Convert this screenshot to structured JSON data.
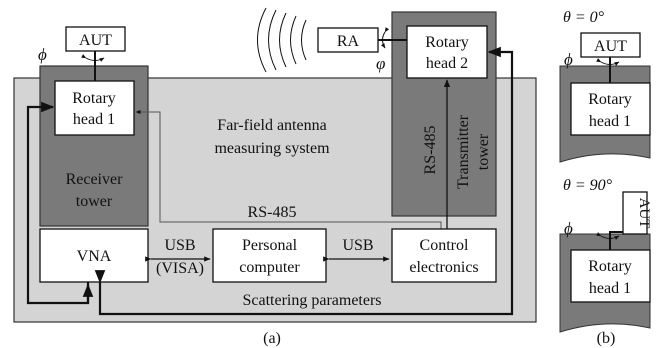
{
  "diagram_a": {
    "system_label_line1": "Far-field antenna",
    "system_label_line2": "measuring system",
    "aut_label": "AUT",
    "ra_label": "RA",
    "phi_symbol": "ϕ",
    "varphi_symbol": "φ",
    "rotary_head1_line1": "Rotary",
    "rotary_head1_line2": "head 1",
    "rotary_head2_line1": "Rotary",
    "rotary_head2_line2": "head 2",
    "receiver_tower_line1": "Receiver",
    "receiver_tower_line2": "tower",
    "transmitter_tower_line1": "Transmitter",
    "transmitter_tower_line2": "tower",
    "rs485_vertical": "RS-485",
    "rs485_horizontal": "RS-485",
    "vna_label": "VNA",
    "usb_visa_line1": "USB",
    "usb_visa_line2": "(VISA)",
    "pc_line1": "Personal",
    "pc_line2": "computer",
    "usb_label": "USB",
    "control_line1": "Control",
    "control_line2": "electronics",
    "scattering_label": "Scattering parameters",
    "caption": "(a)"
  },
  "diagram_b": {
    "theta0_label": "θ = 0°",
    "theta90_label": "θ = 90°",
    "aut_label": "AUT",
    "phi_symbol": "ϕ",
    "rotary_head_line1": "Rotary",
    "rotary_head_line2": "head 1",
    "caption": "(b)"
  },
  "colors": {
    "outer_frame_fill": "#d4d4d4",
    "tower_fill": "#7a7a7a",
    "box_fill": "#ffffff",
    "line": "#111111"
  }
}
